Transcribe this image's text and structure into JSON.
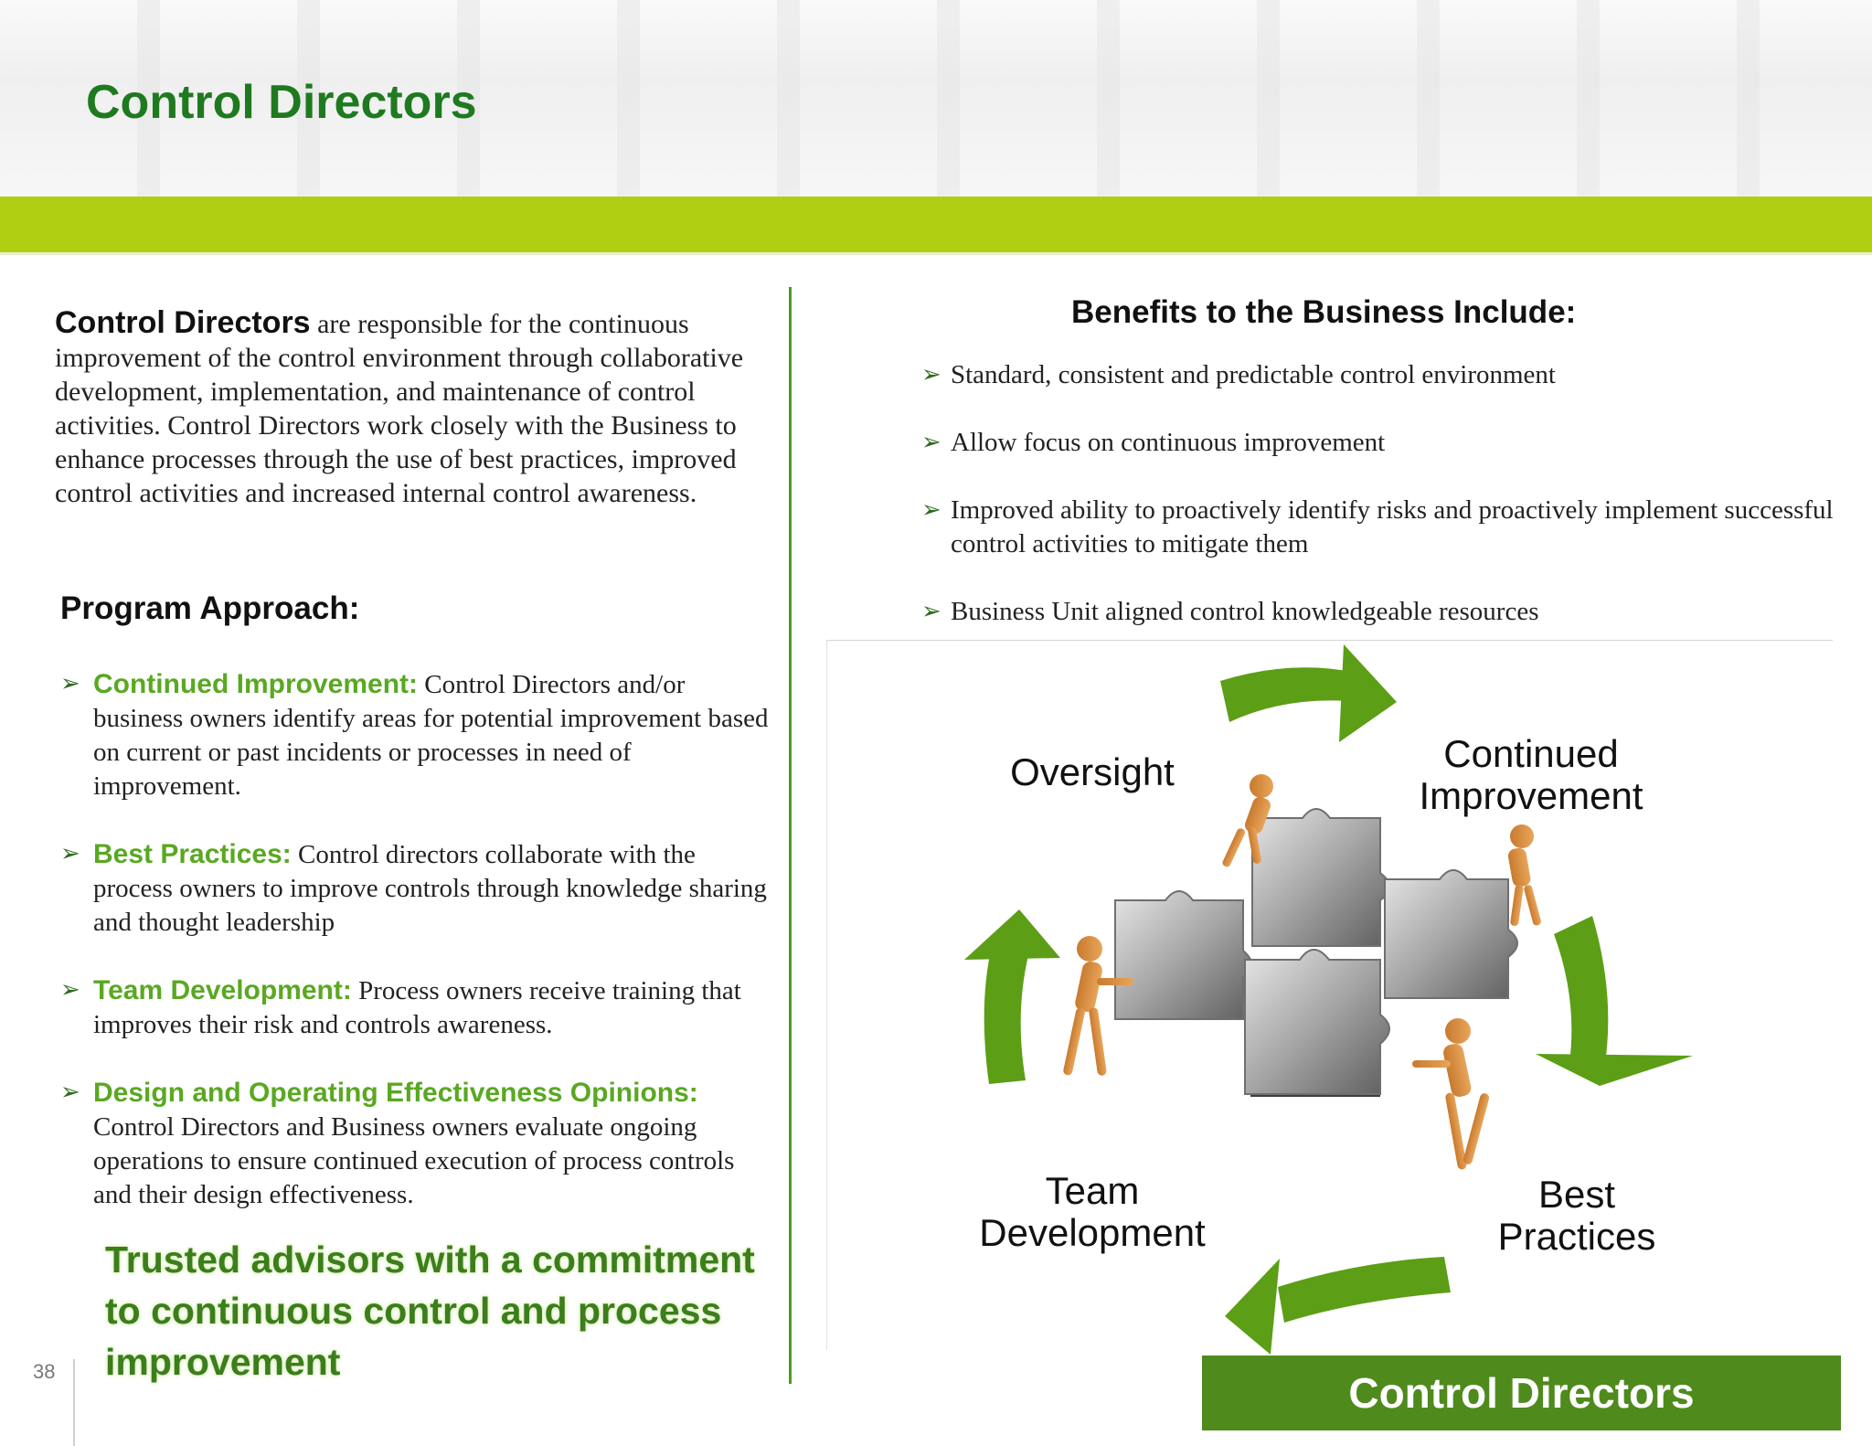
{
  "title": "Control Directors",
  "intro": {
    "lead": "Control Directors",
    "text": " are responsible for the continuous improvement of the control environment through collaborative development, implementation, and maintenance of control activities. Control Directors work closely with the Business to enhance processes through the use of best practices, improved control activities and increased internal control awareness."
  },
  "program_approach": {
    "heading": "Program Approach:",
    "items": [
      {
        "label": "Continued Improvement:",
        "text": " Control Directors and/or business owners identify areas for potential improvement based on current or past incidents or processes in need of improvement."
      },
      {
        "label": "Best Practices:",
        "text": " Control directors collaborate with the process owners to improve controls through knowledge sharing and thought leadership"
      },
      {
        "label": "Team Development:",
        "text": " Process owners receive training that improves their risk and controls awareness."
      },
      {
        "label": "Design and Operating Effectiveness Opinions:",
        "text": " Control Directors and Business owners evaluate ongoing operations to ensure continued execution of process controls and their design effectiveness."
      }
    ]
  },
  "tagline": "Trusted advisors  with a commitment to continuous control and process improvement",
  "page_number": "38",
  "benefits": {
    "heading": "Benefits to the Business Include:",
    "items": [
      "Standard, consistent and predictable control environment",
      "Allow focus on continuous improvement",
      "Improved ability to proactively identify risks and proactively implement successful control activities to mitigate them",
      "Business Unit aligned control knowledgeable resources"
    ]
  },
  "diagram": {
    "labels": {
      "oversight": "Oversight",
      "continued_improvement": "Continued Improvement",
      "team_development": "Team Development",
      "best_practices": "Best Practices"
    },
    "arrow_color": "#5c9e16",
    "puzzle_color": "#a9a9a9"
  },
  "footer_box": "Control Directors",
  "colors": {
    "title_green": "#1f7a1f",
    "bar_lime": "#b1cf12",
    "label_green": "#5aa822",
    "footer_green": "#4f8a1d"
  },
  "icons": {
    "bullet": "arrowhead-bullet-icon"
  }
}
